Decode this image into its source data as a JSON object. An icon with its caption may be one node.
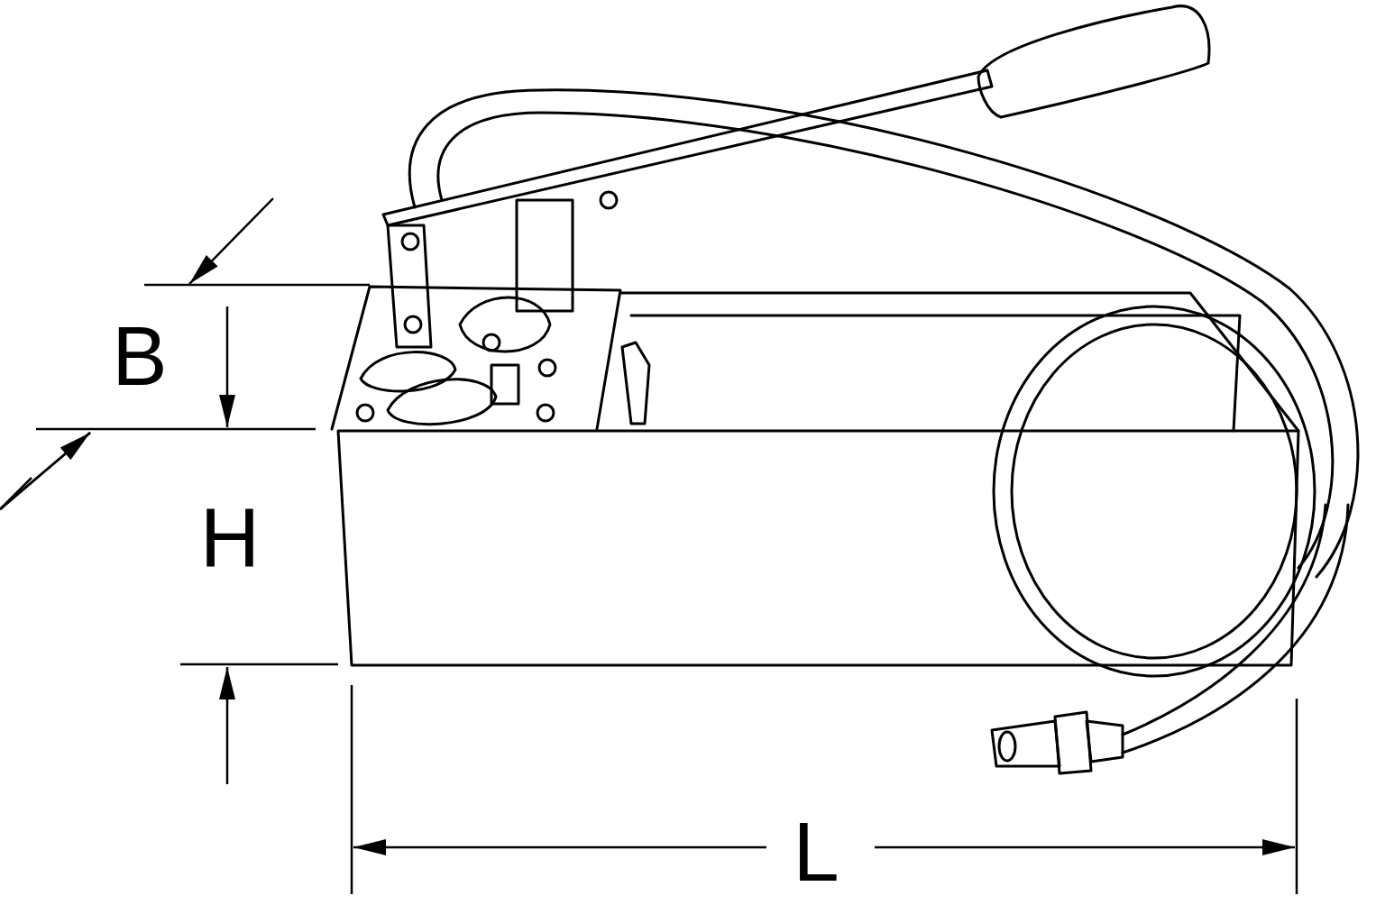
{
  "diagram": {
    "labels": [
      "B",
      "H",
      "L"
    ]
  }
}
